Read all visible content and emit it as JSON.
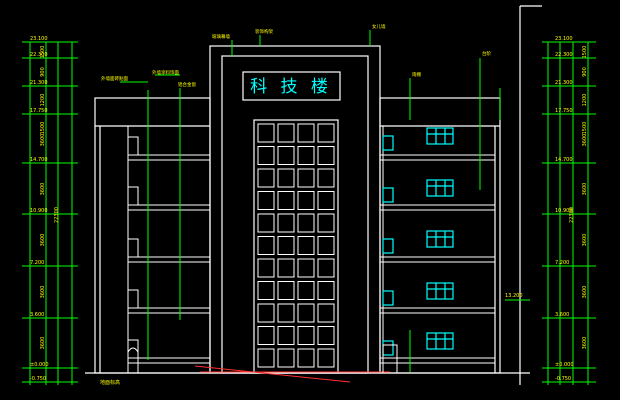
{
  "sign": {
    "text": "科 技 楼"
  },
  "elevations": [
    "23.100",
    "22.300",
    "21.300",
    "17.750",
    "14.700",
    "10.900",
    "7.200",
    "3.600",
    "±0.000",
    "-0.750"
  ],
  "floor_heights": [
    "3600",
    "3600",
    "3600",
    "3600",
    "3600"
  ],
  "total_height": "22300",
  "small_dims": [
    "1500",
    "900",
    "1200",
    "1500"
  ],
  "ground_label": "地面标高",
  "annotations": [
    "外墙面砖贴面",
    "外墙涂料饰面",
    "铝合金窗",
    "玻璃幕墙",
    "装饰构架",
    "女儿墙",
    "雨棚",
    "台阶"
  ],
  "level_tag": "13.200",
  "colors": {
    "background": "#000000",
    "outline": "#ffffff",
    "dimension": "#00ff00",
    "window": "#00ffff",
    "accent": "#ff3030",
    "text": "#ffff00"
  }
}
